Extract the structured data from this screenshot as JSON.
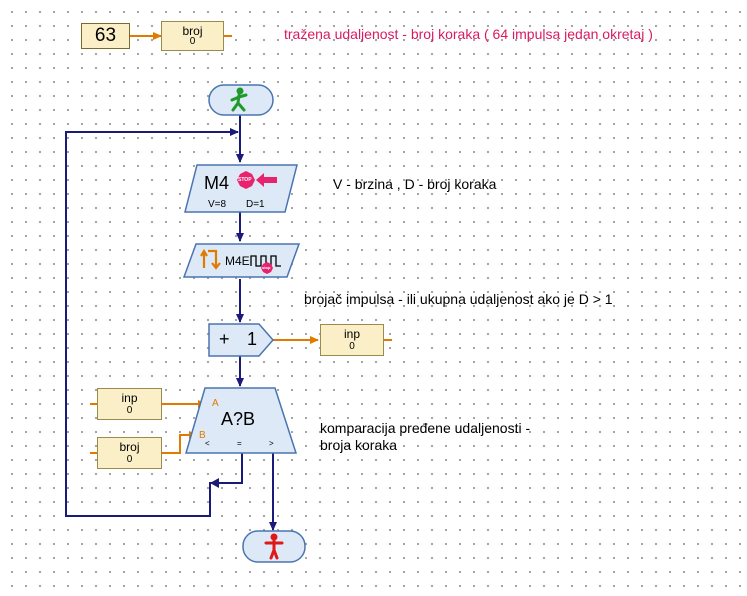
{
  "constant": {
    "value": "63"
  },
  "variables": {
    "top_broj": {
      "name": "broj",
      "value": "0"
    },
    "inp_output": {
      "name": "inp",
      "value": "0"
    },
    "inp_input": {
      "name": "inp",
      "value": "0"
    },
    "broj_input": {
      "name": "broj",
      "value": "0"
    }
  },
  "blocks": {
    "motor": {
      "label": "M4",
      "stop_badge": "STOP",
      "speed": "V=8",
      "distance": "D=1"
    },
    "counter_input": {
      "label": "M4E",
      "stop_badge": "stop"
    },
    "add": {
      "op": "+",
      "amount": "1"
    },
    "compare": {
      "label": "A?B",
      "port_a": "A",
      "port_b": "B",
      "out_lt": "<",
      "out_eq": "=",
      "out_gt": ">"
    }
  },
  "comments": {
    "title": "tražena udaljenost - broj koraka ( 64 impulsa jedan okretaj )",
    "motor_note": "V - brzina , D - broj koraka",
    "counter_note": "brojač impulsa - ili ukupna udaljenost ako je D > 1",
    "compare_note_line1": "komparacija pređene udaljenosti -",
    "compare_note_line2": "broja koraka"
  },
  "colors": {
    "title_text": "#d81b60",
    "flow_line": "#1a1a7a",
    "data_line": "#e07b00",
    "block_fill": "#dde9f7",
    "block_stroke": "#4a74b0",
    "variable_fill": "#fbefc8",
    "start_icon": "#1f9a2a",
    "stop_icon": "#e01818"
  },
  "icons": {
    "start": "walking-figure-icon",
    "end": "standing-figure-icon",
    "motor_stop": "stop-sign-icon",
    "motor_arrow": "left-arrow-icon",
    "pulse": "pulse-wave-icon",
    "switch": "switch-input-icon"
  }
}
